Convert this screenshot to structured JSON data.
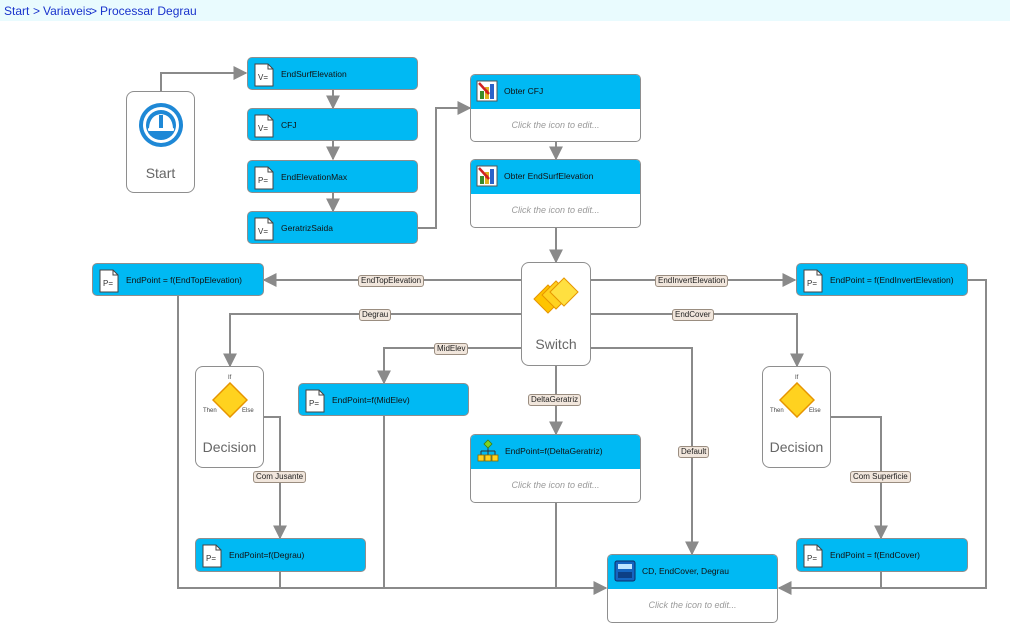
{
  "breadcrumb": {
    "items": [
      "Start",
      "Variaveis",
      "Processar Degrau"
    ],
    "separator": ">"
  },
  "nodes": {
    "start": {
      "caption": "Start"
    },
    "end_surf_elevation": {
      "label": "EndSurfElevation",
      "icon_text": "V="
    },
    "cfj": {
      "label": "CFJ",
      "icon_text": "V="
    },
    "end_elevation_max": {
      "label": "EndElevationMax",
      "icon_text": "P="
    },
    "geratriz_saida": {
      "label": "GeratrizSaida",
      "icon_text": "V="
    },
    "obter_cfj": {
      "label": "Obter CFJ",
      "hint": "Click the icon to edit..."
    },
    "obter_end_surf": {
      "label": "Obter EndSurfElevation",
      "hint": "Click the icon to edit..."
    },
    "switch": {
      "caption": "Switch"
    },
    "endpoint_top": {
      "label": "EndPoint = f(EndTopElevation)",
      "icon_text": "P="
    },
    "endpoint_invert": {
      "label": "EndPoint = f(EndInvertElevation)",
      "icon_text": "P="
    },
    "decision_left": {
      "caption": "Decision",
      "if": "If",
      "then": "Then",
      "else": "Else"
    },
    "decision_right": {
      "caption": "Decision",
      "if": "If",
      "then": "Then",
      "else": "Else"
    },
    "endpoint_midelev": {
      "label": "EndPoint=f(MidElev)",
      "icon_text": "P="
    },
    "endpoint_deltageratriz": {
      "label": "EndPoint=f(DeltaGeratriz)",
      "hint": "Click the icon to edit..."
    },
    "endpoint_degrau": {
      "label": "EndPoint=f(Degrau)",
      "icon_text": "P="
    },
    "endpoint_endcover": {
      "label": "EndPoint = f(EndCover)",
      "icon_text": "P="
    },
    "final": {
      "label": "CD, EndCover, Degrau",
      "hint": "Click the icon to edit..."
    }
  },
  "edge_labels": {
    "end_top_elevation": "EndTopElevation",
    "end_invert_elevation": "EndInvertElevation",
    "degrau": "Degrau",
    "end_cover": "EndCover",
    "mid_elev": "MidElev",
    "delta_geratriz": "DeltaGeratriz",
    "default": "Default",
    "com_jusante": "Com Jusante",
    "com_superficie": "Com Superficie"
  },
  "colors": {
    "header": "#00b9f3",
    "border": "#8e8e8e",
    "connector": "#8a8a8a",
    "label_bg": "#f1e6dc",
    "diamond": "#ffd21f",
    "breadcrumb_link": "#1a33cc",
    "topbar_bg": "#e9fbfe"
  }
}
